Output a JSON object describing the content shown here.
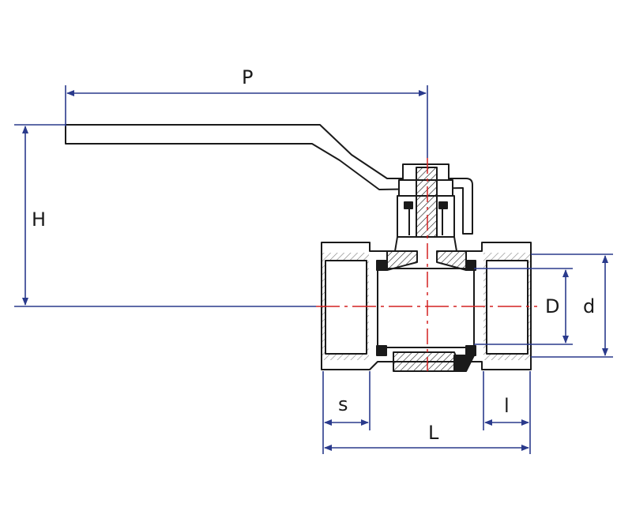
{
  "diagram": {
    "labels": {
      "P": "P",
      "H": "H",
      "D": "D",
      "d": "d",
      "s": "s",
      "l": "l",
      "L": "L"
    },
    "colors": {
      "dimension_line": "#2a3a8c",
      "centerline": "#d42020",
      "outline": "#1a1a1a",
      "fill": "#ffffff",
      "hatch": "#1a1a1a"
    }
  }
}
